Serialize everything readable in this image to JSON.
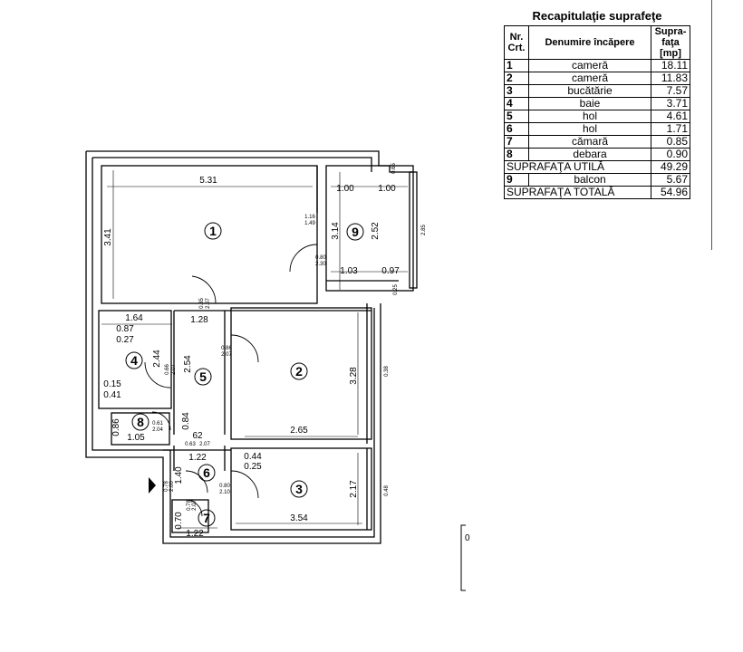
{
  "summary": {
    "title": "Recapitulaţie suprafeţe",
    "headers": {
      "nr": "Nr. Crt.",
      "name": "Denumire încăpere",
      "area": "Supra- faţa [mp]"
    },
    "rows": [
      {
        "nr": "1",
        "name": "cameră",
        "area": "18.11"
      },
      {
        "nr": "2",
        "name": "cameră",
        "area": "11.83"
      },
      {
        "nr": "3",
        "name": "bucătărie",
        "area": "7.57"
      },
      {
        "nr": "4",
        "name": "baie",
        "area": "3.71"
      },
      {
        "nr": "5",
        "name": "hol",
        "area": "4.61"
      },
      {
        "nr": "6",
        "name": "hol",
        "area": "1.71"
      },
      {
        "nr": "7",
        "name": "cămară",
        "area": "0.85"
      },
      {
        "nr": "8",
        "name": "debara",
        "area": "0.90"
      }
    ],
    "usable": {
      "label": "SUPRAFAŢA UTILĂ",
      "area": "49.29"
    },
    "balcony": {
      "nr": "9",
      "name": "balcon",
      "area": "5.67"
    },
    "total": {
      "label": "SUPRAFAŢA TOTALĂ",
      "area": "54.96"
    }
  },
  "plan": {
    "rooms": [
      "1",
      "2",
      "3",
      "4",
      "5",
      "6",
      "7",
      "8",
      "9"
    ],
    "dims": {
      "r1_width": "5.31",
      "r1_height": "3.41",
      "r9_left": "1.00",
      "r9_right": "1.00",
      "r9_height": "3.14",
      "r9_height2": "2.52",
      "r9_bottom": "1.03",
      "r9_bottom2": "0.97",
      "win_top": "0.65",
      "win_right": "2.85",
      "side_r9": "0.25",
      "door_r1_top": "1.16",
      "door_r1_bot": "1.49",
      "door_r9_top": "0.80",
      "door_r9_bot": "2.30",
      "door_r5_top": "0.85",
      "door_r5_bot": "2.07",
      "r4_top": "1.64",
      "r4_a": "0.87",
      "r4_b": "0.27",
      "r4_height": "2.44",
      "r4_c": "0.15",
      "r4_d": "0.41",
      "door_r4_top": "0.66",
      "door_r4_bot": "2.07",
      "r5_width": "1.28",
      "r5_height": "2.54",
      "door_r2_top": "0.86",
      "door_r2_bot": "2.07",
      "r2_height": "3.28",
      "r2_width": "2.65",
      "r2_side": "0.38",
      "r8_height": "0.86",
      "r8_width": "1.05",
      "door_r8_top": "0.61",
      "door_r8_bot": "2.04",
      "r5_low": "0.84",
      "r5_b": "62",
      "door_r6_top": "0.63",
      "door_r6_bot": "2.07",
      "r6_width": "1.22",
      "r6_height": "1.40",
      "r3_a": "0.44",
      "r3_b": "0.25",
      "door_r3_top": "0.80",
      "door_r3_bot": "2.10",
      "door_r7_top": "0.78",
      "door_r7_bot": "2.00",
      "door_r7b_top": "0.78",
      "door_r7b_bot": "2.07",
      "r3_height": "2.17",
      "r3_width": "3.54",
      "r3_side": "0.48",
      "r7_height": "0.70",
      "r7_width": "1.22",
      "scale_label": "0"
    }
  }
}
